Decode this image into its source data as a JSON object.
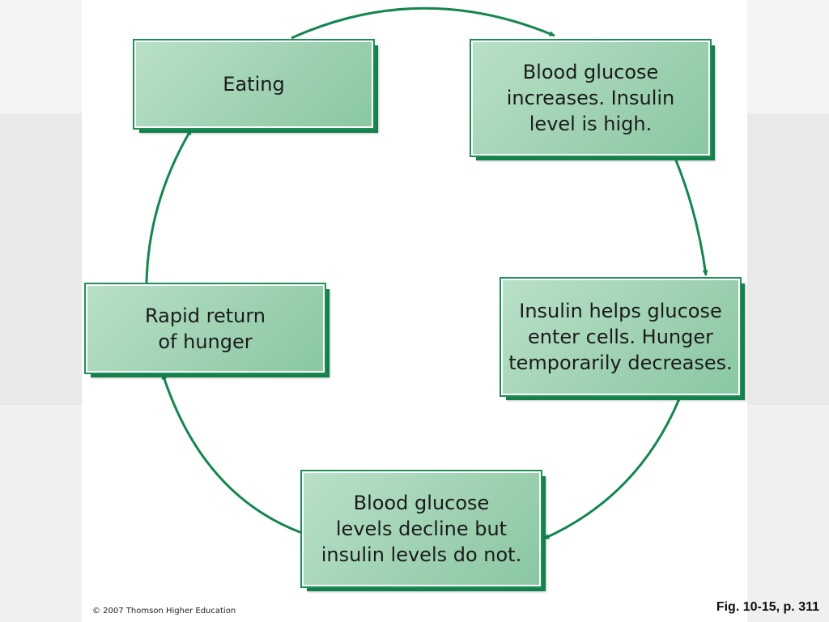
{
  "diagram": {
    "type": "cycle",
    "nodes": [
      {
        "id": "eating",
        "text": "Eating"
      },
      {
        "id": "glucose-up",
        "text": "Blood glucose\nincreases. Insulin\nlevel is high."
      },
      {
        "id": "insulin-helps",
        "text": "Insulin helps glucose\nenter cells. Hunger\ntemporarily decreases."
      },
      {
        "id": "glucose-decline",
        "text": "Blood glucose\nlevels decline but\ninsulin levels do not."
      },
      {
        "id": "hunger-return",
        "text": "Rapid return\nof hunger"
      }
    ],
    "edges": [
      {
        "from": "eating",
        "to": "glucose-up"
      },
      {
        "from": "glucose-up",
        "to": "insulin-helps"
      },
      {
        "from": "insulin-helps",
        "to": "glucose-decline"
      },
      {
        "from": "glucose-decline",
        "to": "hunger-return"
      },
      {
        "from": "hunger-return",
        "to": "eating"
      }
    ]
  },
  "footer": {
    "copyright": "© 2007 Thomson Higher Education",
    "figure_ref": "Fig. 10-15, p. 311"
  },
  "colors": {
    "arrow": "#15854f",
    "box_fill": "#a6d7b9",
    "box_border": "#1f8e58"
  }
}
